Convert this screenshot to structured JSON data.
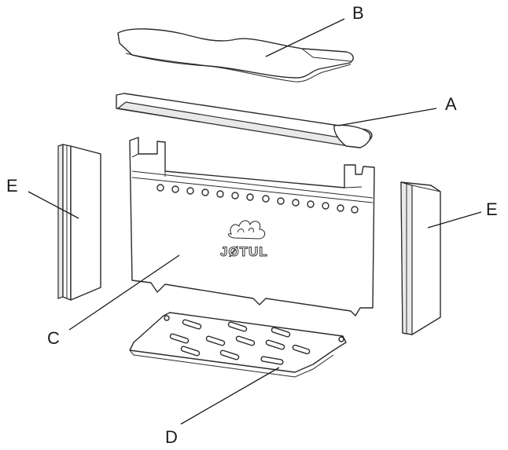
{
  "diagram": {
    "labels": {
      "a": "A",
      "b": "B",
      "c": "C",
      "d": "D",
      "e_left": "E",
      "e_right": "E"
    },
    "logo_text": "JØTUL",
    "colors": {
      "stroke": "#2b2b2b",
      "shade": "#e9e9e9",
      "background": "#ffffff"
    }
  }
}
